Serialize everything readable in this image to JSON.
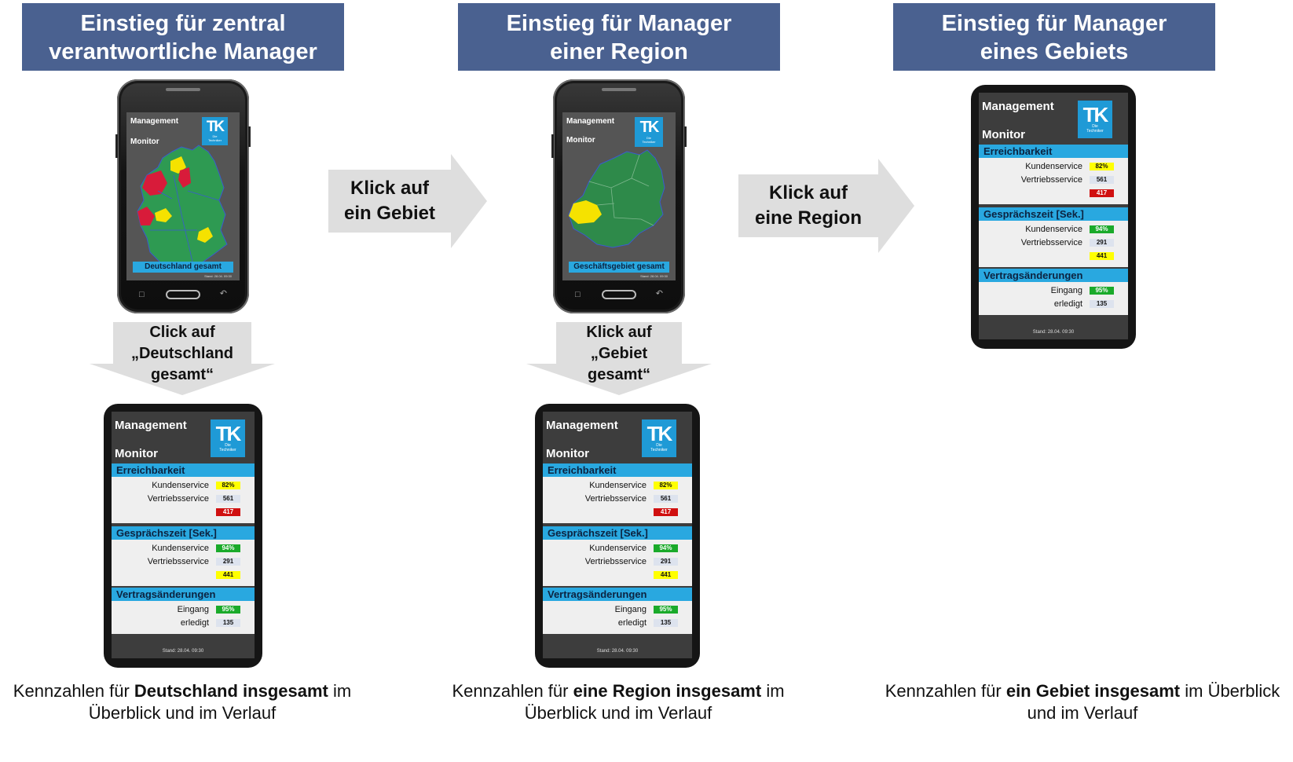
{
  "headers": [
    "Einstieg für zentral\nverantwortliche Manager",
    "Einstieg für Manager\neiner Region",
    "Einstieg für Manager\neines Gebiets"
  ],
  "arrows_right": [
    "Klick auf\nein Gebiet",
    "Klick auf\neine Region"
  ],
  "arrows_down": [
    "Click auf\n„Deutschland\ngesamt“",
    "Klick auf\n„Gebiet\ngesamt“"
  ],
  "map_phones": [
    {
      "title_line1": "Management",
      "title_line2": "Monitor",
      "bottom_label": "Deutschland gesamt",
      "stand": "Stand: 28.04. 09:30"
    },
    {
      "title_line1": "Management",
      "title_line2": "Monitor",
      "bottom_label": "Geschäftsgebiet gesamt",
      "stand": "Stand: 28.04. 09:30"
    }
  ],
  "logo": {
    "letters": "TK",
    "sub_line1": "Die",
    "sub_line2": "Techniker"
  },
  "dashboard": {
    "title_line1": "Management",
    "title_line2": "Monitor",
    "stand": "Stand: 28.04. 09:30",
    "sections": [
      {
        "title": "Erreichbarkeit",
        "rows": [
          {
            "label": "Kundenservice",
            "value": "82%",
            "color": "#ffff00",
            "text": "#111111"
          },
          {
            "label": "Vertriebsservice",
            "value": "561",
            "color": "#dde3ee",
            "text": "#111111"
          },
          {
            "label": "",
            "value": "417",
            "color": "#d01010",
            "text": "#ffffff"
          }
        ]
      },
      {
        "title": "Gesprächszeit [Sek.]",
        "rows": [
          {
            "label": "Kundenservice",
            "value": "94%",
            "color": "#1aaa2a",
            "text": "#ffffff"
          },
          {
            "label": "Vertriebsservice",
            "value": "291",
            "color": "#dde3ee",
            "text": "#111111"
          },
          {
            "label": "",
            "value": "441",
            "color": "#ffff00",
            "text": "#111111"
          }
        ]
      },
      {
        "title": "Vertragsänderungen",
        "rows": [
          {
            "label": "Eingang",
            "value": "95%",
            "color": "#1aaa2a",
            "text": "#ffffff"
          },
          {
            "label": "erledigt",
            "value": "135",
            "color": "#dde3ee",
            "text": "#111111"
          }
        ]
      }
    ]
  },
  "captions": [
    {
      "pre": "Kennzahlen für ",
      "bold": "Deutschland insgesamt",
      "post": " im Überblick und im Verlauf"
    },
    {
      "pre": "Kennzahlen für ",
      "bold": "eine Region insgesamt",
      "post": " im Überblick und im Verlauf"
    },
    {
      "pre": "Kennzahlen für ",
      "bold": "ein Gebiet insgesamt",
      "post": " im Überblick und im Verlauf"
    }
  ],
  "colors": {
    "header_bg": "#4a6190",
    "arrow": "#dedede",
    "section_blue": "#29a8e0",
    "map_green": "#2e9a52",
    "map_red": "#d81b3a",
    "map_yellow": "#f5e200"
  }
}
